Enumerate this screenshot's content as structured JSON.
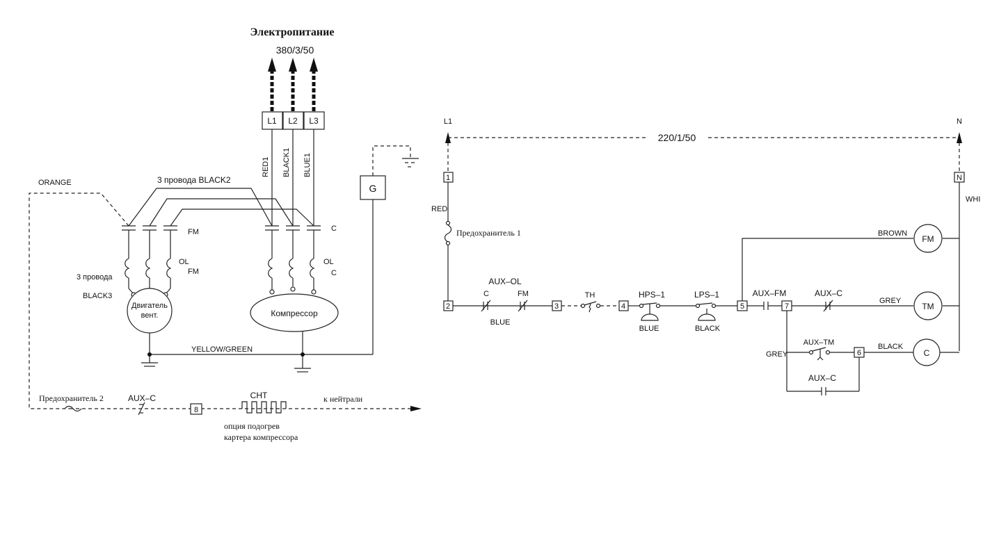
{
  "left": {
    "title": "Электропитание",
    "supply": "380/3/50",
    "terminals": [
      "L1",
      "L2",
      "L3"
    ],
    "phase_wires": [
      "RED1",
      "BLACK1",
      "BLUE1"
    ],
    "ground_box": "G",
    "orange": "ORANGE",
    "wires3_black2": "3 провода  BLACK2",
    "contactor_fm": "FM",
    "contactor_c": "C",
    "ol_fm_1": "OL",
    "ol_fm_2": "FM",
    "ol_c_1": "OL",
    "ol_c_2": "C",
    "wires3": "3 провода",
    "black3": "BLACK3",
    "motor_1": "Двигатель",
    "motor_2": "вент.",
    "compressor": "Компрессор",
    "yellow_green": "YELLOW/GREEN",
    "fuse2": "Предохранитель 2",
    "aux_c": "AUX–C",
    "terminal8": "8",
    "cht": "CHT",
    "to_neutral": "к нейтрали",
    "option_1": "опция подогрев",
    "option_2": "картера компрессора"
  },
  "right": {
    "l1": "L1",
    "n": "N",
    "supply": "220/1/50",
    "t1": "1",
    "tn": "N",
    "red": "RED",
    "whi": "WHI",
    "fuse1": "Предохранитель 1",
    "brown": "BROWN",
    "fm_circle": "FM",
    "t2": "2",
    "aux_ol": "AUX–OL",
    "c_label": "C",
    "fm_label": "FM",
    "blue1": "BLUE",
    "t3": "3",
    "th": "TH",
    "t4": "4",
    "hps": "HPS–1",
    "blue2": "BLUE",
    "lps": "LPS–1",
    "black1": "BLACK",
    "t5": "5",
    "aux_fm": "AUX–FM",
    "t7": "7",
    "aux_c1": "AUX–C",
    "grey1": "GREY",
    "tm_circle": "TM",
    "grey2": "GREY",
    "aux_tm": "AUX–TM",
    "t6": "6",
    "black2": "BLACK",
    "c_circle": "C",
    "aux_c2": "AUX–C"
  }
}
